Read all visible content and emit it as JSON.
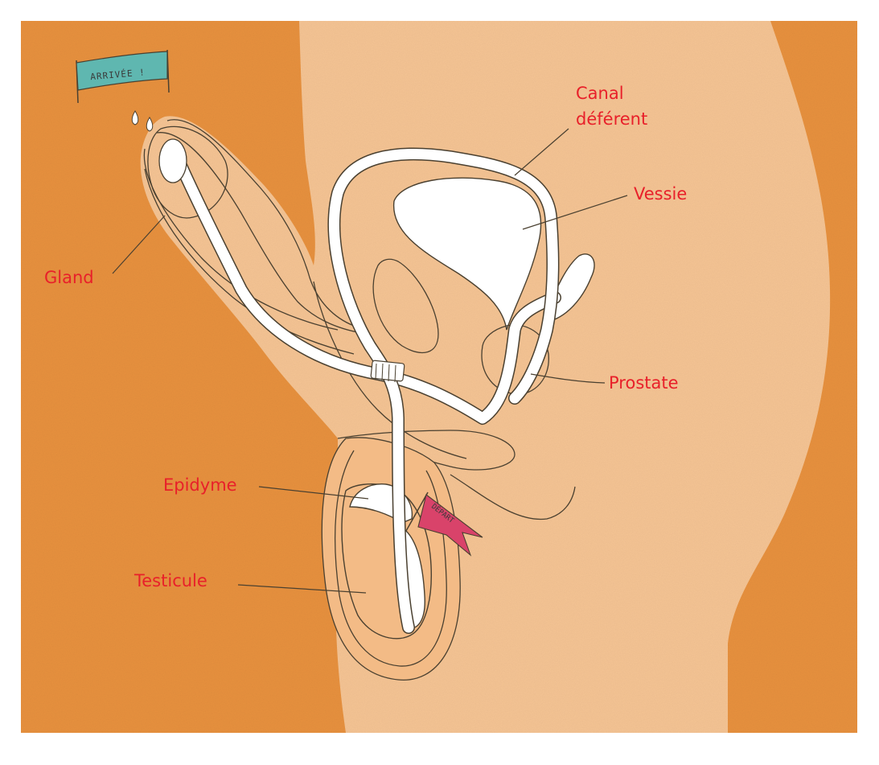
{
  "labels": {
    "canal_line1": "Canal",
    "canal_line2": "déférent",
    "vessie": "Vessie",
    "gland": "Gland",
    "prostate": "Prostate",
    "epidyme": "Epidyme",
    "testicule": "Testicule"
  },
  "banner": {
    "text": "ARRIVÉE !"
  },
  "flag": {
    "text": "DÉPART"
  },
  "colors": {
    "background": "#e8923f",
    "skin": "#f6c594",
    "skin_inner": "#f3bb86",
    "label": "#e8202a",
    "banner": "#5fb7b0",
    "flag": "#d9436a",
    "outline": "#4a4030"
  }
}
